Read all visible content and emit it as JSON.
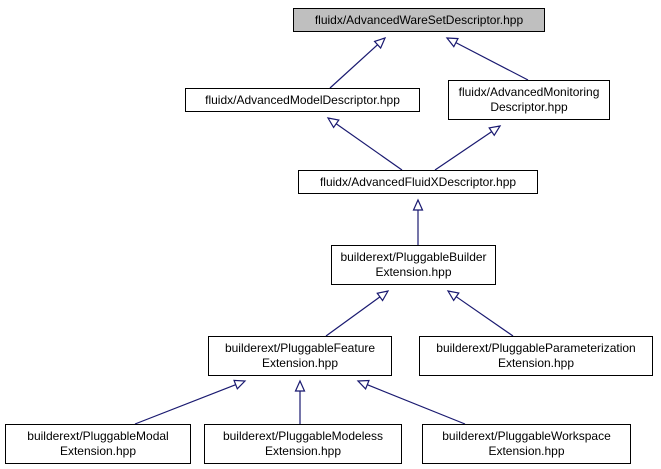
{
  "colors": {
    "edge": "#191970",
    "root_fill": "#bfbfbf",
    "node_fill": "#ffffff",
    "border": "#000000"
  },
  "nodes": {
    "n1": {
      "lines": [
        "fluidx/AdvancedWareSetDescriptor.hpp"
      ]
    },
    "n2": {
      "lines": [
        "fluidx/AdvancedModelDescriptor.hpp"
      ]
    },
    "n3": {
      "lines": [
        "fluidx/AdvancedMonitoring",
        "Descriptor.hpp"
      ]
    },
    "n4": {
      "lines": [
        "fluidx/AdvancedFluidXDescriptor.hpp"
      ]
    },
    "n5": {
      "lines": [
        "builderext/PluggableBuilder",
        "Extension.hpp"
      ]
    },
    "n6": {
      "lines": [
        "builderext/PluggableFeature",
        "Extension.hpp"
      ]
    },
    "n7": {
      "lines": [
        "builderext/PluggableParameterization",
        "Extension.hpp"
      ]
    },
    "n8": {
      "lines": [
        "builderext/PluggableModal",
        "Extension.hpp"
      ]
    },
    "n9": {
      "lines": [
        "builderext/PluggableModeless",
        "Extension.hpp"
      ]
    },
    "n10": {
      "lines": [
        "builderext/PluggableWorkspace",
        "Extension.hpp"
      ]
    }
  },
  "edges": [
    {
      "from": "n2",
      "to": "n1"
    },
    {
      "from": "n3",
      "to": "n1"
    },
    {
      "from": "n4",
      "to": "n2"
    },
    {
      "from": "n4",
      "to": "n3"
    },
    {
      "from": "n5",
      "to": "n4"
    },
    {
      "from": "n6",
      "to": "n5"
    },
    {
      "from": "n7",
      "to": "n5"
    },
    {
      "from": "n8",
      "to": "n6"
    },
    {
      "from": "n9",
      "to": "n6"
    },
    {
      "from": "n10",
      "to": "n6"
    }
  ]
}
